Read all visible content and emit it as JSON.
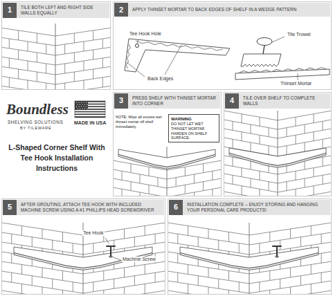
{
  "diagram": {
    "title": "L-Shaped Corner Shelf With Tee Hook Installation Instructions",
    "nodes": [
      {
        "text": [
          "TILE BOTH LEFT AND RIGHT SIDE WALLS EQUALLY"
        ]
      },
      {
        "text": [
          "1"
        ],
        "in": 0
      },
      {
        "text": [
          "APPLY THINSET MORTAR TO BACK EDGES OF SHELF IN A WEDGE PATTERN"
        ]
      },
      {
        "text": [
          "2"
        ],
        "in": 2
      },
      {
        "text": [
          "PRESS SHELF WITH THINSET MORTAR INTO CORNER"
        ]
      },
      {
        "text": [
          "3"
        ],
        "in": 4
      },
      {
        "text": [
          "WARNING",
          "DO NOT LET WET THINSET MORTAR HARDEN ON SHELF SURFACE."
        ]
      },
      {
        "text": [
          "TILE OVER SHELF TO COMPLETE WALLS"
        ]
      },
      {
        "text": [
          "4"
        ],
        "in": 7
      },
      {
        "text": [
          "AFTER GROUTING, ATTACH TEE HOOK WITH INCLUDED MACHINE SCREW USING A #1 PHILLIPS HEAD SCREWDRIVER"
        ]
      },
      {
        "text": [
          "5"
        ],
        "in": 9
      },
      {
        "text": [
          "INSTALLATION COMPLETE – ENJOY STORING AND HANGING YOUR PERSONAL CARE PRODUCTS!"
        ]
      },
      {
        "text": [
          "6"
        ],
        "in": 11
      }
    ],
    "labels": [
      "Tee Hook Hole",
      "Back Edges",
      "Tile Trowel",
      "Thinset Mortar",
      "Boundless",
      "SHELVING SOLUTIONS",
      "BY TILEWARE",
      "MADE IN USA",
      "NOTE: Wipe all excess wet thinset mortar off shelf immediately.",
      "Tee Hook",
      "Machine Screw"
    ]
  }
}
